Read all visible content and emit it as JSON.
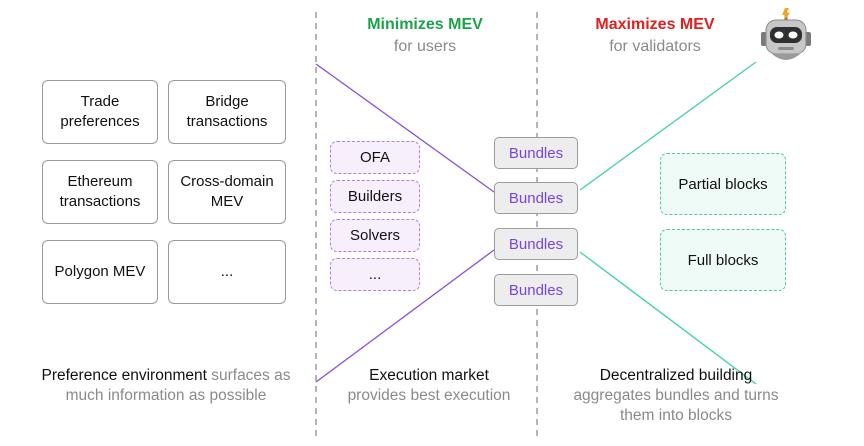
{
  "headers": {
    "minimize": {
      "title": "Minimizes MEV",
      "subtitle": "for users",
      "color": "#1aa34a"
    },
    "maximize": {
      "title": "Maximizes MEV",
      "subtitle": "for validators",
      "color": "#e02020"
    }
  },
  "preference": {
    "boxes": [
      "Trade preferences",
      "Bridge transactions",
      "Ethereum transactions",
      "Cross-domain MEV",
      "Polygon MEV",
      "..."
    ],
    "caption_strong": "Preference environment",
    "caption_rest": " surfaces as much information as possible"
  },
  "market": {
    "boxes": [
      "OFA",
      "Builders",
      "Solvers",
      "..."
    ],
    "caption_title": "Execution market",
    "caption_sub": "provides best execution"
  },
  "bundles": [
    "Bundles",
    "Bundles",
    "Bundles",
    "Bundles"
  ],
  "building": {
    "boxes": [
      "Partial blocks",
      "Full blocks"
    ],
    "caption_title": "Decentralized building",
    "caption_sub": "aggregates bundles and turns them into blocks"
  },
  "colors": {
    "purple_line": "#8b4fd8",
    "teal_line": "#3fd0ad",
    "bundle_text": "#7a45d6"
  },
  "icons": {
    "validator": "robot-icon"
  }
}
